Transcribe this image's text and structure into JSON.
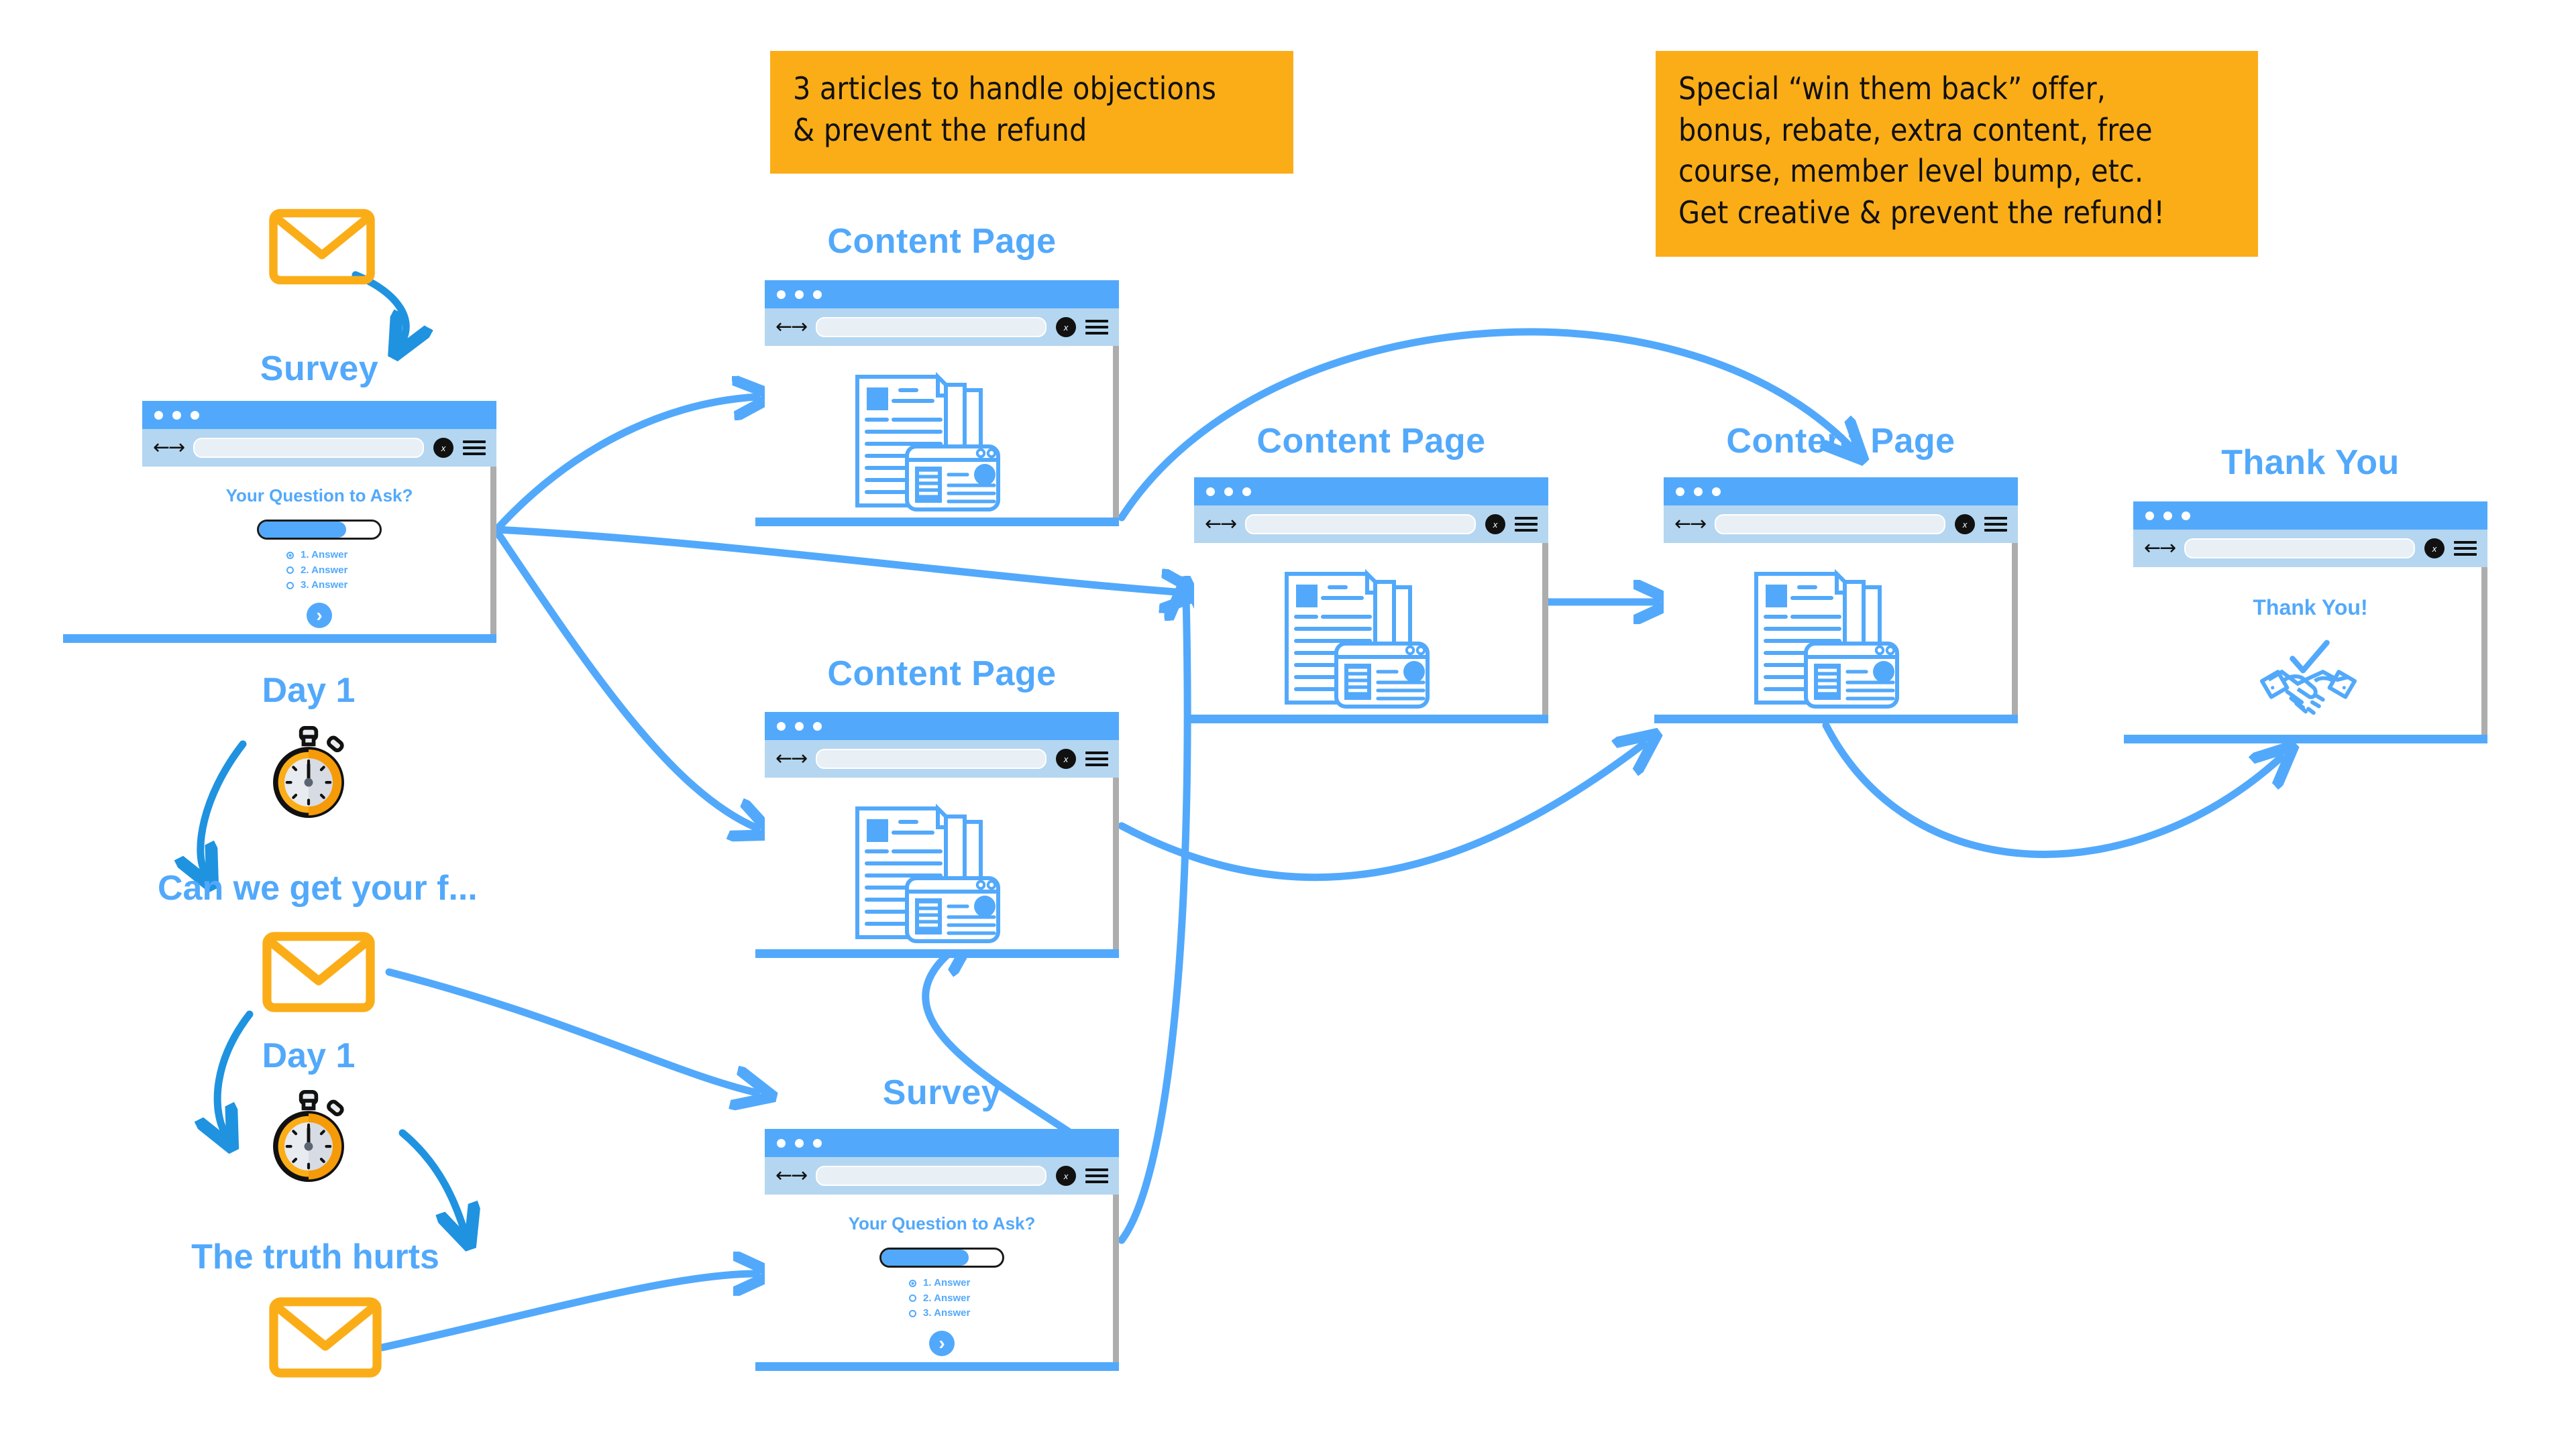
{
  "notes": [
    {
      "id": "note-objections",
      "lines": [
        "3 articles to handle objections",
        "& prevent the refund"
      ],
      "bg": "#FBAD18"
    },
    {
      "id": "note-winback",
      "lines": [
        "Special “win them back” offer,",
        "bonus, rebate, extra content, free",
        "course, member level bump, etc.",
        "Get creative & prevent the refund!"
      ],
      "bg": "#FBAD18"
    }
  ],
  "colors": {
    "accent_blue": "#52A9FB",
    "orange": "#FBAD18",
    "arrow_blue": "#52A9FB",
    "dark_arrow": "#1F93E0",
    "titlebar": "#52A9FB",
    "toolbar": "#B4D6F0",
    "scrollbar": "#ADADAD"
  },
  "steps": [
    {
      "id": "step-day1-top",
      "label": "Day 1"
    },
    {
      "id": "step-day1-bottom",
      "label": "Day 1"
    }
  ],
  "email_labels": [
    {
      "id": "email-label-feedback",
      "text": "Can we get your f..."
    },
    {
      "id": "email-label-truth",
      "text": "The truth hurts"
    }
  ],
  "windows": [
    {
      "id": "survey-top",
      "title": "Survey",
      "type": "survey"
    },
    {
      "id": "content-1",
      "title": "Content Page",
      "type": "content"
    },
    {
      "id": "content-2",
      "title": "Content Page",
      "type": "content"
    },
    {
      "id": "content-3",
      "title": "Content Page",
      "type": "content"
    },
    {
      "id": "content-4",
      "title": "Content Page",
      "type": "content"
    },
    {
      "id": "thank-you",
      "title": "Thank You",
      "type": "thanks"
    },
    {
      "id": "survey-bottom",
      "title": "Survey",
      "type": "survey"
    }
  ],
  "survey": {
    "question": "Your Question to Ask?",
    "progress_percent": 72,
    "options": [
      {
        "label": "1. Answer",
        "selected": true
      },
      {
        "label": "2. Answer",
        "selected": false
      },
      {
        "label": "3. Answer",
        "selected": false
      }
    ],
    "next_button_glyph": "›"
  },
  "thanks": {
    "heading": "Thank You!"
  },
  "browser_chrome": {
    "nav_back_glyph": "←",
    "nav_forward_glyph": "→",
    "close_glyph": "x",
    "url_value": "",
    "url_placeholder": ""
  },
  "icons": {
    "envelope": "envelope-icon",
    "stopwatch": "stopwatch-icon",
    "documents": "documents-icon",
    "handshake": "handshake-check-icon",
    "menu": "hamburger-menu-icon"
  }
}
